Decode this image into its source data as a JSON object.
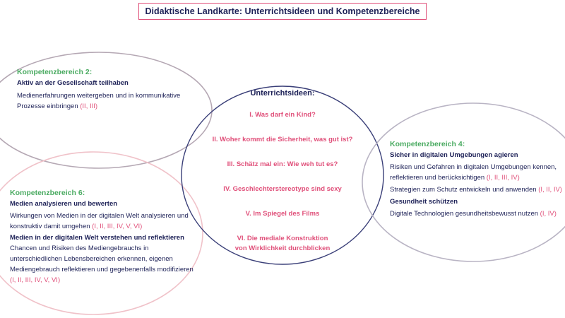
{
  "title": "Didaktische Landkarte: Unterrichtsideen und Kompetenzbereiche",
  "colors": {
    "navy": "#1d2157",
    "pink": "#e0507a",
    "green": "#4bab62",
    "ellipse_top_left": "#b5a8b4",
    "ellipse_bottom_left": "#f0c2c9",
    "ellipse_center": "#3a3f78",
    "ellipse_right": "#b9b4c4"
  },
  "center": {
    "title": "Unterrichtsideen:",
    "ideas": [
      "I. Was darf ein Kind?",
      "II. Woher kommt die Sicherheit, was gut ist?",
      "III. Schätz mal ein: Wie weh tut es?",
      "IV. Geschlechterstereotype sind sexy",
      "V. Im Spiegel des Films",
      "VI. Die mediale Konstruktion von Wirklichkeit durchblicken"
    ]
  },
  "k2": {
    "title": "Kompetenzbereich 2:",
    "subtitle": "Aktiv an der Gesellschaft teilhaben",
    "text": "Medienerfahrungen weitergeben und in kommunikative Prozesse einbringen",
    "refs": "(II, III)"
  },
  "k6": {
    "title": "Kompetenzbereich 6:",
    "sub1": "Medien analysieren und bewerten",
    "text1": "Wirkungen von Medien in der digitalen Welt analysieren und konstruktiv damit umgehen",
    "refs1": "(I, II, III, IV, V, VI)",
    "sub2": "Medien in der digitalen Welt verstehen und reflektieren",
    "text2": "Chancen und Risiken des Mediengebrauchs in unterschiedlichen Lebensbereichen erkennen, eigenen Mediengebrauch reflektieren und gegebenenfalls modifizieren",
    "refs2": "(I, II, III, IV, V, VI)"
  },
  "k4": {
    "title": "Kompetenzbereich 4:",
    "sub1": "Sicher in digitalen Umgebungen agieren",
    "text1": "Risiken und Gefahren in digitalen Umgebungen kennen, reflektieren und berücksichtigen",
    "refs1": "(I, II, III, IV)",
    "text2": "Strategien zum Schutz entwickeln und anwenden",
    "refs2": "(I, II, IV)",
    "sub2": "Gesundheit schützen",
    "text3": "Digitale Technologien gesundheitsbewusst nutzen",
    "refs3": "(I, IV)"
  }
}
